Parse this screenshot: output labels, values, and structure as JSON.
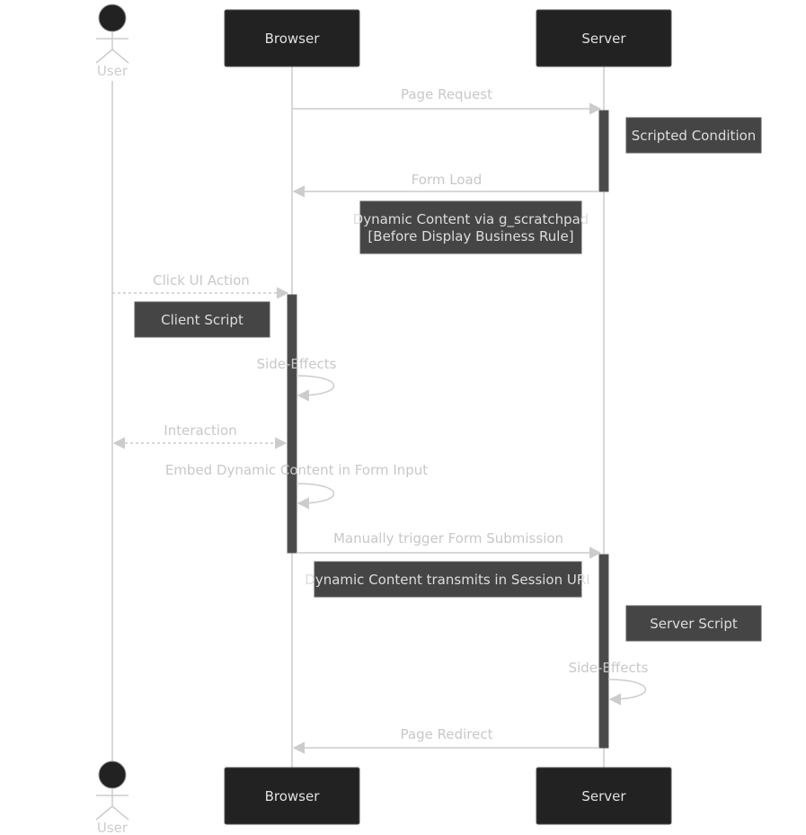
{
  "participants": {
    "user": "User",
    "browser": "Browser",
    "server": "Server"
  },
  "messages": {
    "page_request": "Page Request",
    "form_load": "Form Load",
    "click_ui_action": "Click UI Action",
    "side_effects_client": "Side-Effects",
    "interaction": "Interaction",
    "embed_dynamic_content": "Embed Dynamic Content in Form Input",
    "manual_submission": "Manually trigger Form Submission",
    "side_effects_server": "Side-Effects",
    "page_redirect": "Page Redirect"
  },
  "notes": {
    "scripted_condition": "Scripted Condition",
    "dynamic_content_line1": "Dynamic Content via g_scratchpad",
    "dynamic_content_line2": "[Before Display Business Rule]",
    "client_script": "Client Script",
    "session_uri": "Dynamic Content transmits in Session URI",
    "server_script": "Server Script"
  },
  "colors": {
    "actor_box": "#222222",
    "actor_text": "#e0e0e0",
    "note_box": "#454545",
    "note_text": "#dddddd",
    "line": "#cccccc",
    "label_text": "#c8c8c8",
    "activation": "#4a4a4a"
  }
}
